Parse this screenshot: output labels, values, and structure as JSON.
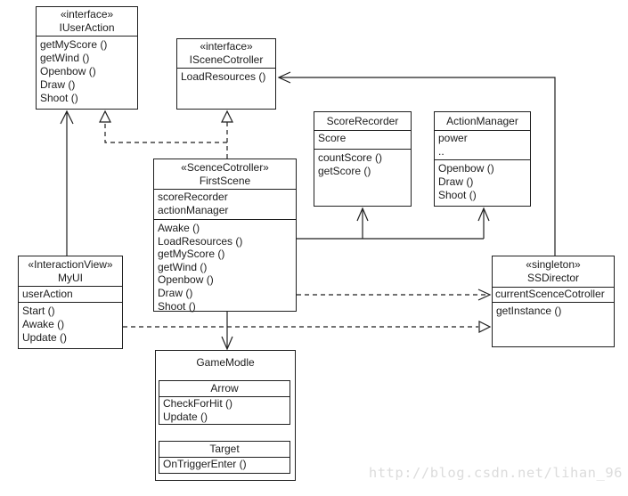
{
  "watermark": "http://blog.csdn.net/lihan_96",
  "colors": {
    "line": "#1f1f1f",
    "background": "#ffffff",
    "watermark": "#dcdcdc"
  },
  "classes": {
    "iuseraction": {
      "stereotype": "«interface»",
      "name": "IUserAction",
      "methods": [
        "getMyScore ()",
        "getWind ()",
        "Openbow ()",
        "Draw ()",
        "Shoot ()"
      ]
    },
    "iscenecotroller": {
      "stereotype": "«interface»",
      "name": "ISceneCotroller",
      "methods": [
        "LoadResources ()"
      ]
    },
    "scorerecorder": {
      "name": "ScoreRecorder",
      "attributes": [
        "Score"
      ],
      "methods": [
        "countScore ()",
        "getScore ()"
      ]
    },
    "actionmanager": {
      "name": "ActionManager",
      "attributes": [
        "power",
        ".."
      ],
      "methods": [
        "Openbow ()",
        "Draw ()",
        "Shoot ()"
      ]
    },
    "firstscene": {
      "stereotype": "«ScenceCotroller»",
      "name": "FirstScene",
      "attributes": [
        "scoreRecorder",
        "actionManager"
      ],
      "methods": [
        "Awake ()",
        "LoadResources ()",
        "getMyScore ()",
        "getWind ()",
        "Openbow ()",
        "Draw ()",
        "Shoot ()"
      ]
    },
    "myui": {
      "stereotype": "«InteractionView»",
      "name": "MyUI",
      "attributes": [
        "userAction"
      ],
      "methods": [
        "Start ()",
        "Awake ()",
        "Update ()"
      ]
    },
    "ssdirector": {
      "stereotype": "«singleton»",
      "name": "SSDirector",
      "attributes": [
        "currentScenceCotroller"
      ],
      "methods": [
        "getInstance ()"
      ]
    },
    "gamemodle": {
      "name": "GameModle",
      "inner": [
        {
          "name": "Arrow",
          "methods": [
            "CheckForHit ()",
            "Update ()"
          ]
        },
        {
          "name": "Target",
          "methods": [
            "OnTriggerEnter ()"
          ]
        }
      ]
    }
  }
}
